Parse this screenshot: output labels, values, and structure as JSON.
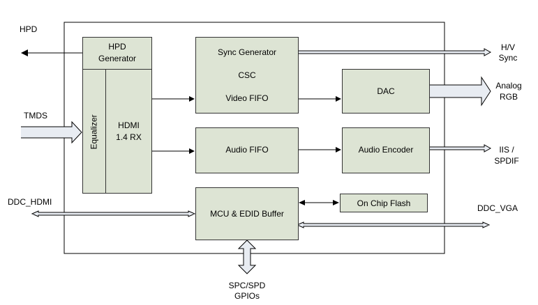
{
  "signals": {
    "hpd": "HPD",
    "tmds": "TMDS",
    "ddc_hdmi": "DDC_HDMI",
    "hv_sync_1": "H/V",
    "hv_sync_2": "Sync",
    "analog_rgb_1": "Analog",
    "analog_rgb_2": "RGB",
    "iis_1": "IIS /",
    "iis_2": "SPDIF",
    "ddc_vga": "DDC_VGA",
    "spc_1": "SPC/SPD",
    "spc_2": "GPIOs"
  },
  "blocks": {
    "hpd_gen_1": "HPD",
    "hpd_gen_2": "Generator",
    "equalizer": "Equalizer",
    "hdmi_rx_1": "HDMI",
    "hdmi_rx_2": "1.4 RX",
    "sync_gen": "Sync Generator",
    "csc": "CSC",
    "video_fifo": "Video FIFO",
    "dac": "DAC",
    "audio_fifo": "Audio FIFO",
    "audio_encoder": "Audio Encoder",
    "mcu": "MCU & EDID Buffer",
    "flash": "On Chip Flash"
  },
  "colors": {
    "block_fill": "#dde4d4",
    "line": "#333333"
  }
}
